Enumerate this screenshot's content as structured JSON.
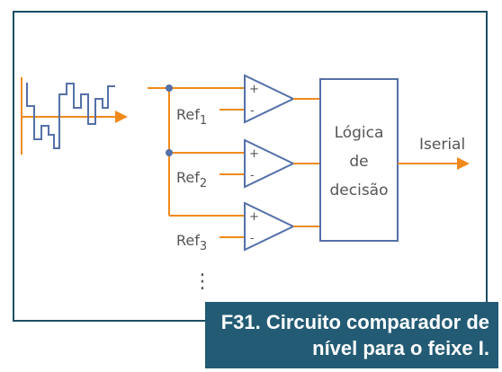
{
  "diagram": {
    "comparators": [
      {
        "ref_base": "Ref",
        "ref_sub": "1",
        "plus": "+",
        "minus": "-"
      },
      {
        "ref_base": "Ref",
        "ref_sub": "2",
        "plus": "+",
        "minus": "-"
      },
      {
        "ref_base": "Ref",
        "ref_sub": "3",
        "plus": "+",
        "minus": "-"
      }
    ],
    "logic_block": {
      "line1": "Lógica",
      "line2": "de",
      "line3": "decisão"
    },
    "output_label": "Iserial",
    "continuation": "⋮"
  },
  "caption": {
    "line1": "F31. Circuito comparador de",
    "line2": "nível para o feixe I."
  },
  "colors": {
    "orange": "#f08a1c",
    "blue": "#5470a8",
    "frame": "#1f4e63",
    "caption_bg": "#235b74"
  }
}
